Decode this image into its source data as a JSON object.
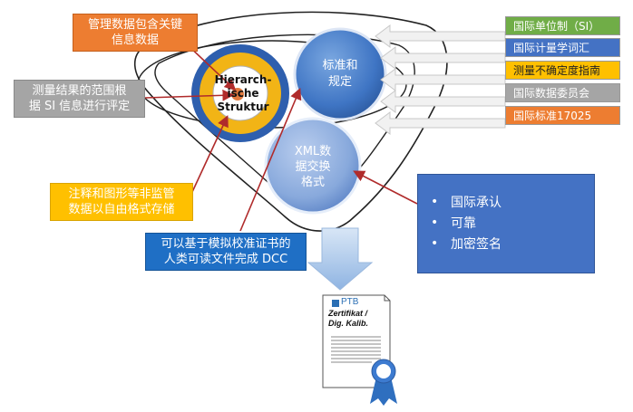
{
  "center_circle": {
    "lines": [
      "Hierarch-",
      "ische",
      "Struktur"
    ]
  },
  "standards_circle": {
    "lines": [
      "标准和",
      "规定"
    ]
  },
  "xml_circle": {
    "lines": [
      "XML数",
      "据交换",
      "格式"
    ]
  },
  "callouts": {
    "key_info": {
      "lines": [
        "管理数据包含关键",
        "信息数据"
      ]
    },
    "si_eval": {
      "lines": [
        "测量结果的范围根",
        "据 SI 信息进行评定"
      ]
    },
    "free_format": {
      "lines": [
        "注释和图形等非监管",
        "数据以自由格式存储"
      ]
    },
    "human_readable": {
      "lines": [
        "可以基于模拟校准证书的",
        "人类可读文件完成 DCC"
      ]
    }
  },
  "sources": [
    {
      "label": "国际单位制（SI）",
      "color": "#70AD47"
    },
    {
      "label": "国际计量学词汇",
      "color": "#4472C4"
    },
    {
      "label": "测量不确定度指南",
      "color": "#FFC000"
    },
    {
      "label": "国际数据委员会",
      "color": "#A5A5A5"
    },
    {
      "label": "国际标准17025",
      "color": "#ED7D31"
    }
  ],
  "benefits": {
    "bullet": "•",
    "items": [
      "国际承认",
      "可靠",
      "加密签名"
    ]
  },
  "certificate": {
    "logo": "PTB",
    "title_lines": [
      "Zertifikat /",
      "Dig. Kalib."
    ]
  }
}
